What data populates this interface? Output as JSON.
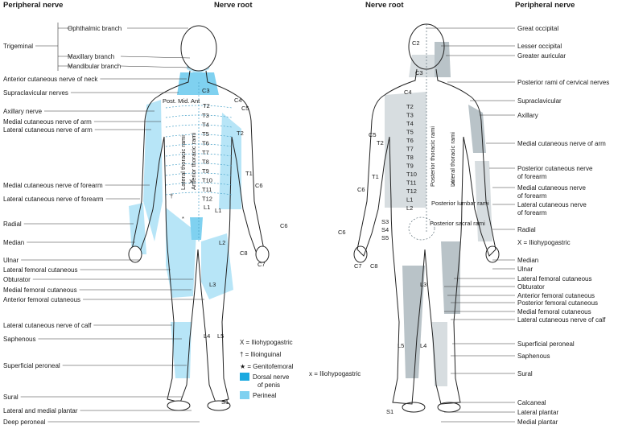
{
  "headers": {
    "left_peripheral": "Peripheral nerve",
    "left_root": "Nerve root",
    "right_root": "Nerve root",
    "right_peripheral": "Peripheral nerve"
  },
  "anterior_left_labels": [
    "Trigeminal",
    "Anterior cutaneous nerve of neck",
    "Supraclavicular nerves",
    "Axillary nerve",
    "Medial cutaneous nerve of arm",
    "Lateral cutaneous nerve of arm",
    "Medial cutaneous nerve of forearm",
    "Lateral cutaneous nerve of forearm",
    "Radial",
    "Median",
    "Ulnar",
    "Lateral femoral cutaneous",
    "Obturator",
    "Medial femoral cutaneous",
    "Anterior femoral cutaneous",
    "Lateral cutaneous nerve of calf",
    "Saphenous",
    "Superficial peroneal",
    "Sural",
    "Lateral and medial plantar",
    "Deep peroneal"
  ],
  "trigeminal_branches": [
    "Ophthalmic branch",
    "Maxillary branch",
    "Mandibular branch"
  ],
  "anterior_roots": {
    "C3": "C3",
    "C4": "C4",
    "C5": "C5",
    "C6": "C6",
    "C7": "C7",
    "C8": "C8",
    "T1": "T1",
    "T2": "T2",
    "T2b": "T2",
    "thoracic": [
      "T3",
      "T4",
      "T5",
      "T6",
      "T7",
      "T8",
      "T9",
      "T10",
      "T11",
      "T12"
    ],
    "L1": "L1",
    "L1b": "L1",
    "L2": "L2",
    "L3": "L3",
    "L4": "L4",
    "L5": "L5",
    "S1": "S1",
    "post_mid_ant": "Post. Mid. Ant",
    "lateral_thoracic_rami": "Lateral thoracic rami",
    "anterior_thoracic_rami": "Anterior thoracic rami",
    "x_mark": "X",
    "dagger_mark": "†",
    "star_mark": "*"
  },
  "legend": {
    "iliohypogastric": "X = Iliohypogastric",
    "ilioinguinal": "† = Ilioinguinal",
    "genitofemoral": "★ = Genitofemoral",
    "dorsal_nerve": "Dorsal nerve",
    "dorsal_nerve_2": "of penis",
    "perineal": "Perineal",
    "dorsal_color": "#1aa9e0",
    "perineal_color": "#7fd1f0"
  },
  "posterior_roots": {
    "C2": "C2",
    "C3": "C3",
    "C4": "C4",
    "C5": "C5",
    "C6": "C6",
    "C6b": "C6",
    "C7": "C7",
    "C8": "C8",
    "T1": "T1",
    "T2": "T2",
    "thoracic": [
      "T2",
      "T3",
      "T4",
      "T5",
      "T6",
      "T7",
      "T8",
      "T9",
      "T10",
      "T11",
      "T12",
      "L1",
      "L2"
    ],
    "S1": "S1",
    "S3": "S3",
    "S4": "S4",
    "S5": "S5",
    "L3": "L3",
    "L4": "L4",
    "L5": "L5",
    "posterior_thoracic_rami": "Posterior thoracic rami",
    "lateral_thoracic_rami": "Lateral thoracic rami",
    "posterior_lumbar_rami": "Posterior lumbar rami",
    "posterior_sacral_rami": "Posterior sacral rami",
    "x_mark": "X",
    "x_note": "x = Iliohypogastric"
  },
  "posterior_right_labels": [
    "Great occipital",
    "Lesser occipital",
    "Greater auricular",
    "Posterior rami of cervical nerves",
    "Supraclavicular",
    "Axillary",
    "Medial cutaneous nerve of arm",
    "Posterior cutaneous nerve",
    "of forearm",
    "Medial cutaneous nerve",
    "of forearm",
    "Lateral cutaneous nerve",
    "of forearm",
    "Radial",
    "X = Iliohypogastric",
    "Median",
    "Ulnar",
    "Lateral femoral cutaneous",
    "Obturator",
    "Anterior femoral cutaneous",
    "Posterior femoral cutaneous",
    "Medial femoral cutaneous",
    "Lateral cutaneous nerve of calf",
    "Superficial peroneal",
    "Saphenous",
    "Sural",
    "Calcaneal",
    "Lateral  plantar",
    "Medial  plantar"
  ],
  "colors": {
    "anterior_shade_dark": "#7fd1f0",
    "anterior_shade_light": "#b7e5f7",
    "posterior_shade_dark": "#b9c3c8",
    "posterior_shade_light": "#d7dde0"
  }
}
